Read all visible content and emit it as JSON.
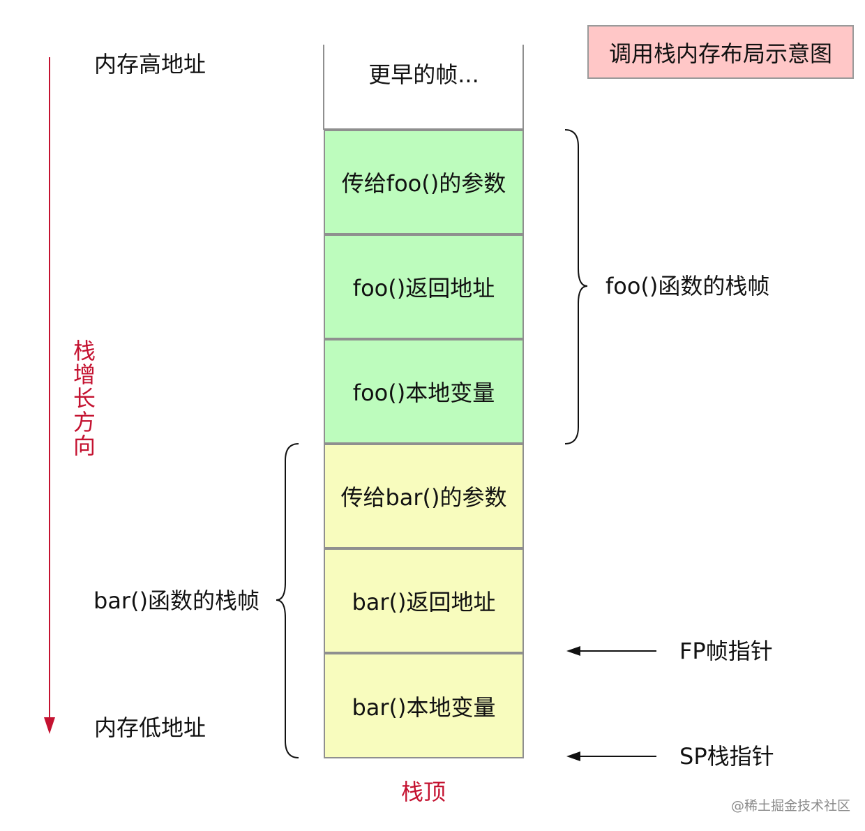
{
  "title": "调用栈内存布局示意图",
  "labels": {
    "high_addr": "内存高地址",
    "low_addr": "内存低地址",
    "growth": "栈增长方向",
    "stack_top": "栈顶",
    "foo_frame": "foo()函数的栈帧",
    "bar_frame": "bar()函数的栈帧",
    "fp": "FP帧指针",
    "sp": "SP栈指针"
  },
  "stack": [
    {
      "text": "更早的帧...",
      "color": "#ffffff"
    },
    {
      "text": "传给foo()的参数",
      "color": "#bdfcbd"
    },
    {
      "text": "foo()返回地址",
      "color": "#bdfcbd"
    },
    {
      "text": "foo()本地变量",
      "color": "#bdfcbd"
    },
    {
      "text": "传给bar()的参数",
      "color": "#f8fcbe"
    },
    {
      "text": "bar()返回地址",
      "color": "#f8fcbe"
    },
    {
      "text": "bar()本地变量",
      "color": "#f8fcbe"
    }
  ],
  "watermark": "@稀土掘金技术社区",
  "colors": {
    "accent": "#c41230",
    "title_bg": "#ffc7c7"
  }
}
